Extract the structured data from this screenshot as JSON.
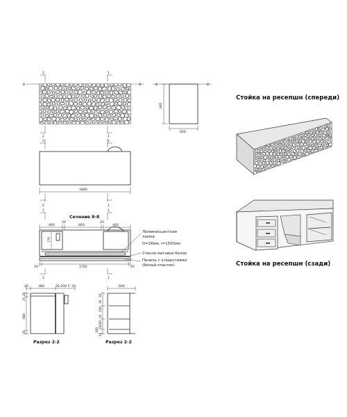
{
  "headings": {
    "front": "Стойка на ресепшн (спереди)",
    "back": "Стойка на ресепшн (сзади)"
  },
  "sections": {
    "section_8_8": "Сечение 8-8",
    "cut_left": "Разрез 2-2",
    "cut_right": "Разрез 2-2"
  },
  "marks": {
    "num_2": "2",
    "num_1": "1",
    "letter_a": "8"
  },
  "dims": {
    "height_860": "860",
    "depth_600": "600",
    "length_1800": "1800",
    "s_460a": "460",
    "s_20a": "20",
    "s_800": "800",
    "s_20b": "20",
    "s_460b": "460",
    "s_170": "170",
    "s_20c": "20",
    "s_1760": "1760",
    "s_20d": "20",
    "c_20a": "20",
    "c_380": "380",
    "c_20_200_5": "20 200 5",
    "c_20b": "20",
    "c_25": "25",
    "c_680": "680",
    "c_20c": "20",
    "d_600": "600",
    "d_16a": "16",
    "d_16b": "16",
    "d_240": "240",
    "d_16c": "16",
    "d_200": "200",
    "d_16d": "16",
    "d_100": "100",
    "d_20": "20"
  },
  "notes": {
    "lamp_1": "Люминисцентная",
    "lamp_2": "лампа",
    "lamp_3": "D=26мм, l=1500мм",
    "glass": "Стекло матовое белое",
    "panel_1": "Панель с отверстиями",
    "panel_2": "(белый пластик)"
  },
  "colors": {
    "line": "#222222",
    "panel_fill": "#ededed",
    "cabinet_face": "#f4f4f4",
    "cabinet_shadow": "#d6d6d6"
  }
}
